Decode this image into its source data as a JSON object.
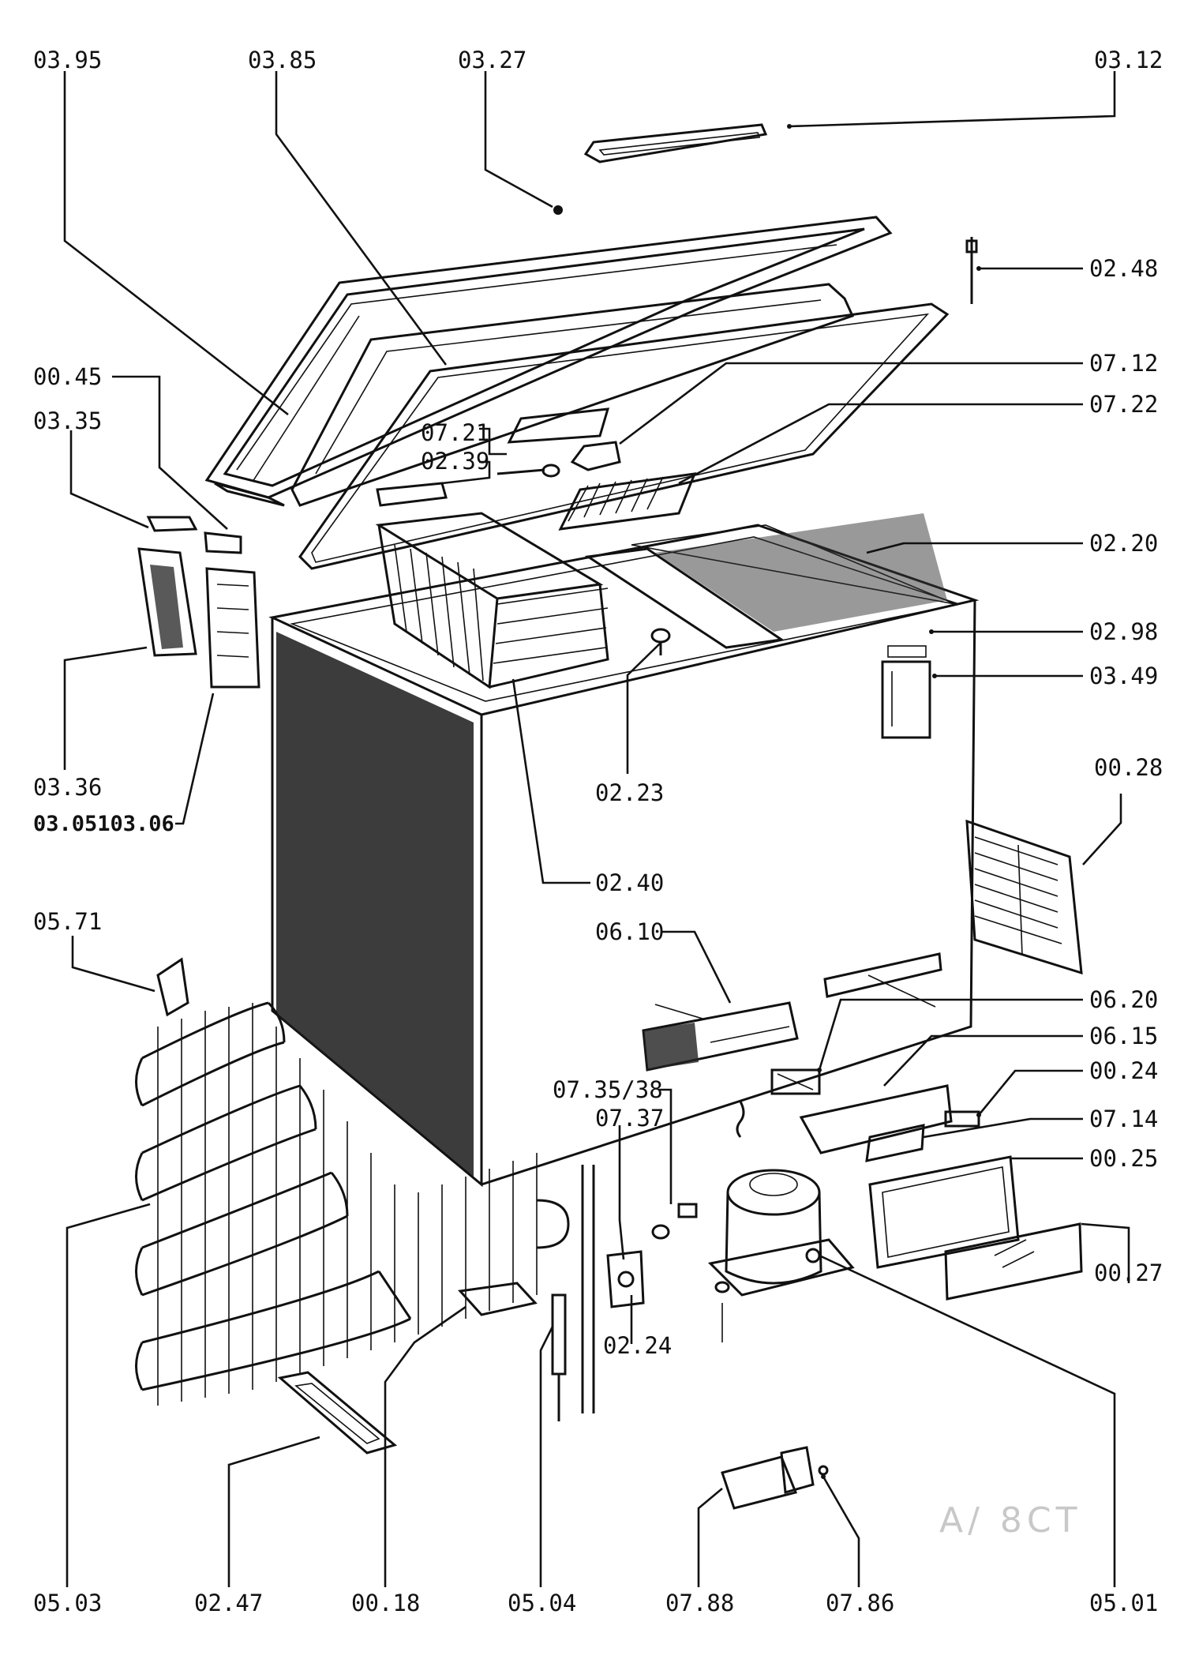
{
  "diagram": {
    "labels": [
      {
        "id": "l0395",
        "text": "03.95"
      },
      {
        "id": "l0385",
        "text": "03.85"
      },
      {
        "id": "l0327",
        "text": "03.27"
      },
      {
        "id": "l0312",
        "text": "03.12"
      },
      {
        "id": "l0248",
        "text": "02.48"
      },
      {
        "id": "l0045",
        "text": "00.45"
      },
      {
        "id": "l0335",
        "text": "03.35"
      },
      {
        "id": "l0712",
        "text": "07.12"
      },
      {
        "id": "l0722",
        "text": "07.22"
      },
      {
        "id": "l0721",
        "text": "07.21"
      },
      {
        "id": "l0239",
        "text": "02.39"
      },
      {
        "id": "l0220",
        "text": "02.20"
      },
      {
        "id": "l0298",
        "text": "02.98"
      },
      {
        "id": "l0349",
        "text": "03.49"
      },
      {
        "id": "l0336",
        "text": "03.36"
      },
      {
        "id": "l0305",
        "text": "03.05103.06"
      },
      {
        "id": "l0223",
        "text": "02.23"
      },
      {
        "id": "l0028",
        "text": "00.28"
      },
      {
        "id": "l0240",
        "text": "02.40"
      },
      {
        "id": "l0571",
        "text": "05.71"
      },
      {
        "id": "l0610",
        "text": "06.10"
      },
      {
        "id": "l0620",
        "text": "06.20"
      },
      {
        "id": "l0615",
        "text": "06.15"
      },
      {
        "id": "l0024",
        "text": "00.24"
      },
      {
        "id": "l0735",
        "text": "07.35/38"
      },
      {
        "id": "l0737",
        "text": "07.37"
      },
      {
        "id": "l0714",
        "text": "07.14"
      },
      {
        "id": "l0025",
        "text": "00.25"
      },
      {
        "id": "l0027",
        "text": "00.27"
      },
      {
        "id": "l0224",
        "text": "02.24"
      },
      {
        "id": "l0503",
        "text": "05.03"
      },
      {
        "id": "l0247",
        "text": "02.47"
      },
      {
        "id": "l0018",
        "text": "00.18"
      },
      {
        "id": "l0504",
        "text": "05.04"
      },
      {
        "id": "l0788",
        "text": "07.88"
      },
      {
        "id": "l0786",
        "text": "07.86"
      },
      {
        "id": "l0501",
        "text": "05.01"
      }
    ],
    "watermark": "A/ 8CT"
  }
}
